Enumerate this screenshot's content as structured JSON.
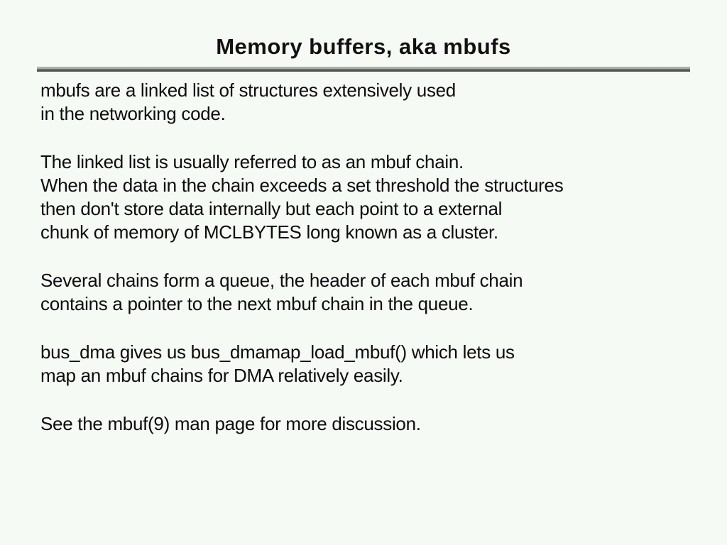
{
  "slide": {
    "title": "Memory buffers, aka mbufs",
    "paragraphs": [
      [
        "mbufs are a linked list of structures extensively used",
        "in the networking code."
      ],
      [
        "The linked list is usually referred to as an mbuf chain.",
        "When the data in the chain exceeds a set threshold the structures",
        "then don't store data internally but each point to a external",
        "chunk of memory of MCLBYTES long known as a cluster."
      ],
      [
        "Several chains form a queue, the header of each mbuf chain",
        "contains a pointer to the next mbuf chain in the queue."
      ],
      [
        "bus_dma gives us bus_dmamap_load_mbuf() which lets us",
        "map an mbuf chains for DMA relatively easily."
      ],
      [
        "See the mbuf(9) man page for more discussion."
      ]
    ],
    "colors": {
      "background": "#f5faf5",
      "text": "#0c0c0c",
      "rule_top": "#a2a9a2",
      "rule_bottom": "#4c544c"
    }
  }
}
